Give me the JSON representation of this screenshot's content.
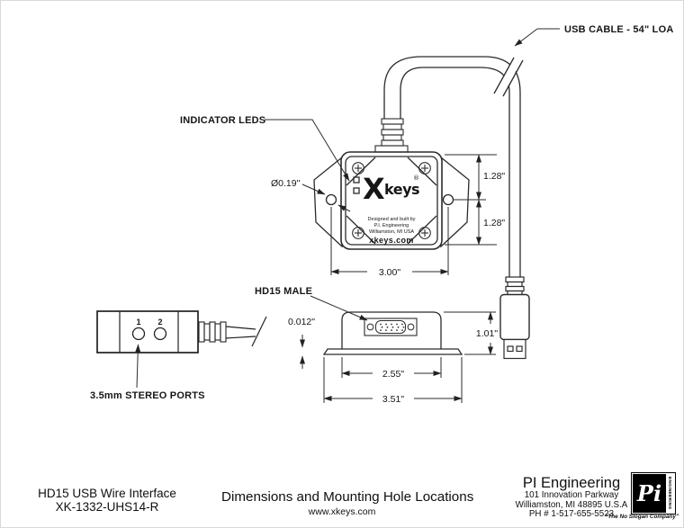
{
  "drawing": {
    "callouts": {
      "usb_cable": "USB CABLE - 54\" LOA",
      "indicator_leds": "INDICATOR LEDS",
      "hole_dia": "Ø0.19\"",
      "hd15_male": "HD15 MALE",
      "stereo_ports": "3.5mm STEREO PORTS"
    },
    "dims": {
      "hole_top": "1.28\"",
      "hole_bottom": "1.28\"",
      "hole_spacing": "3.00\"",
      "plate_offset": "0.012\"",
      "body_width": "2.55\"",
      "plate_width": "3.51\"",
      "height": "1.01\""
    },
    "device_face": {
      "logo_x": "X",
      "logo_keys": "keys",
      "logo_reg": "®",
      "designed": "Designed and built by",
      "company": "P.I. Engineering",
      "city": "Williamston, MI USA",
      "url": "xkeys.com"
    },
    "ports": {
      "p1": "1",
      "p2": "2"
    }
  },
  "footer": {
    "product_name": "HD15 USB Wire Interface",
    "product_code": "XK-1332-UHS14-R",
    "title": "Dimensions and Mounting Hole Locations",
    "website": "www.xkeys.com",
    "company": "PI Engineering",
    "address1": "101 Innovation Parkway",
    "address2": "Williamston, MI 48895 U.S.A",
    "phone": "PH # 1-517-655-5523",
    "logo_mark": "Pi",
    "logo_side": "ENGINEERING",
    "tagline": "\"The No Slogan Company\""
  }
}
